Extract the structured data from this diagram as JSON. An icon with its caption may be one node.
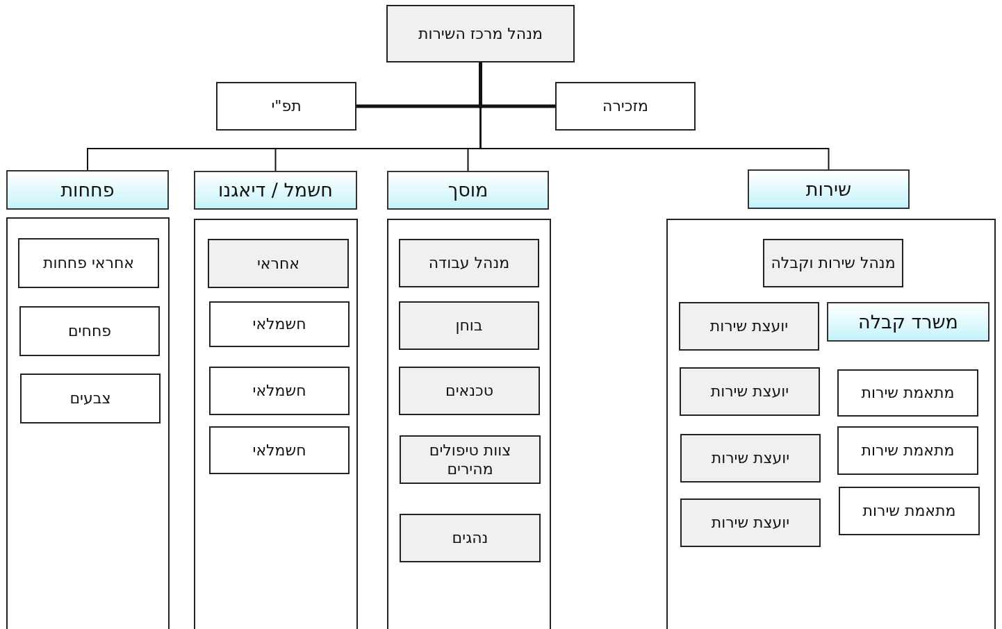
{
  "diagram": {
    "nodes": [
      {
        "text": [
          "מנהל מרכז השירות"
        ]
      },
      {
        "text": [
          "מזכירה"
        ]
      },
      {
        "text": [
          "תפ\"י"
        ]
      },
      {
        "text": [
          "שירות"
        ]
      },
      {
        "text": [
          "מוסך"
        ]
      },
      {
        "text": [
          "חשמל / דיאגנו"
        ]
      },
      {
        "text": [
          "פחחות"
        ]
      },
      {
        "text": [],
        "shape": "box"
      },
      {
        "text": [
          "מנהל שירות וקבלה"
        ],
        "in": 7
      },
      {
        "text": [
          "משרד קבלה"
        ],
        "in": 7
      },
      {
        "text": [
          "יועצת שירות"
        ],
        "in": 7
      },
      {
        "text": [
          "מתאמת שירות"
        ],
        "in": 7
      },
      {
        "text": [
          "יועצת שירות"
        ],
        "in": 7
      },
      {
        "text": [
          "מתאמת שירות"
        ],
        "in": 7
      },
      {
        "text": [
          "יועצת שירות"
        ],
        "in": 7
      },
      {
        "text": [
          "מתאמת שירות"
        ],
        "in": 7
      },
      {
        "text": [
          "יועצת שירות"
        ],
        "in": 7
      },
      {
        "text": [],
        "shape": "box"
      },
      {
        "text": [
          "מנהל עבודה"
        ],
        "in": 17
      },
      {
        "text": [
          "בוחן"
        ],
        "in": 17
      },
      {
        "text": [
          "טכנאים"
        ],
        "in": 17
      },
      {
        "text": [
          "צוות טיפולים מהירים"
        ],
        "in": 17
      },
      {
        "text": [
          "נהגים"
        ],
        "in": 17
      },
      {
        "text": [],
        "shape": "box"
      },
      {
        "text": [
          "אחראי"
        ],
        "in": 23
      },
      {
        "text": [
          "חשמלאי"
        ],
        "in": 23
      },
      {
        "text": [
          "חשמלאי"
        ],
        "in": 23
      },
      {
        "text": [
          "חשמלאי"
        ],
        "in": 23
      },
      {
        "text": [],
        "shape": "box"
      },
      {
        "text": [
          "אחראי פחחות"
        ],
        "in": 28
      },
      {
        "text": [
          "פחחים"
        ],
        "in": 28
      },
      {
        "text": [
          "צבעים"
        ],
        "in": 28
      }
    ],
    "edges": [
      {
        "from": 0,
        "to": 1,
        "arrow": "none",
        "style": "thick"
      },
      {
        "from": 0,
        "to": 2,
        "arrow": "none",
        "style": "thick"
      },
      {
        "from": 0,
        "to": 3,
        "arrow": "none"
      },
      {
        "from": 0,
        "to": 4,
        "arrow": "none"
      },
      {
        "from": 0,
        "to": 5,
        "arrow": "none"
      },
      {
        "from": 0,
        "to": 6,
        "arrow": "none"
      }
    ]
  }
}
